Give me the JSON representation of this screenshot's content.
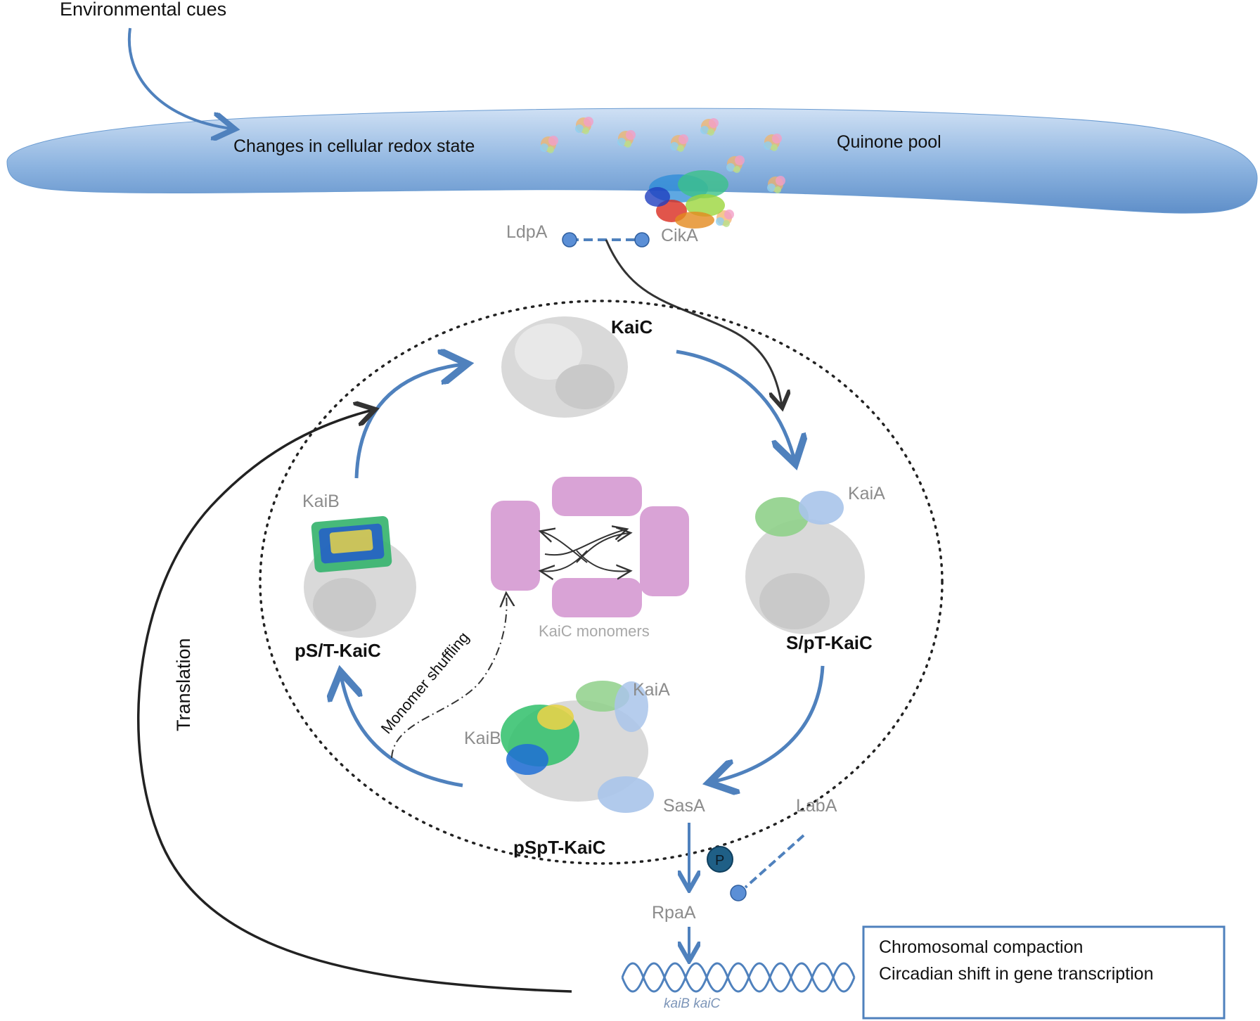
{
  "labels": {
    "environmental_cues": "Environmental cues",
    "redox_state": "Changes in cellular redox state",
    "quinone_pool": "Quinone pool",
    "ldpa": "LdpA",
    "cika": "CikA",
    "kaic": "KaiC",
    "kaib_top": "KaiB",
    "kaia_right": "KaiA",
    "ps_t_kaic": "pS/T-KaiC",
    "s_pt_kaic": "S/pT-KaiC",
    "kaic_monomers": "KaiC monomers",
    "monomer_shuffling": "Monomer shuffling",
    "kaia_bottom": "KaiA",
    "kaib_bottom": "KaiB",
    "sasa": "SasA",
    "labA": "LabA",
    "pspt_kaic": "pSpT-KaiC",
    "phospho": "P",
    "rpaa": "RpaA",
    "translation": "Translation",
    "genes": "kaiB kaiC"
  },
  "output_box": {
    "line1": "Chromosomal compaction",
    "line2": "Circadian shift in gene transcription"
  },
  "colors": {
    "arrow_blue": "#4f81bd",
    "membrane_light": "#b9d3ef",
    "membrane_dark": "#6a9bd1",
    "kaic_monomer": "#d9a3d6",
    "protein_grey": "#d4d4d4"
  }
}
